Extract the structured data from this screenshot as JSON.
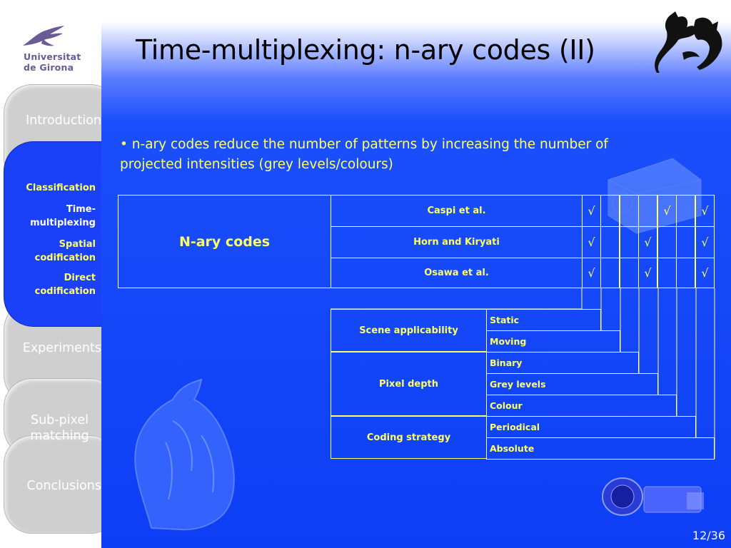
{
  "sidebar": {
    "university": [
      "Universitat",
      "de Girona"
    ],
    "nav": {
      "introduction": "Introduction",
      "experiments": "Experiments",
      "subpixel": [
        "Sub-pixel",
        "matching"
      ],
      "conclusions": "Conclusions"
    },
    "active_section": {
      "items": [
        {
          "label": "Classification",
          "color": "#ffff66"
        },
        {
          "label": "Time-multiplexing",
          "lines": [
            "Time-",
            "multiplexing"
          ],
          "color": "#ffffff"
        },
        {
          "label": "Spatial codification",
          "lines": [
            "Spatial",
            "codification"
          ],
          "color": "#ffff66"
        },
        {
          "label": "Direct codification",
          "lines": [
            "Direct",
            "codification"
          ],
          "color": "#ffff66"
        }
      ]
    }
  },
  "slide": {
    "title": "Time-multiplexing: n-ary codes (II)",
    "bullet_text": "n-ary codes reduce the number of patterns by increasing the number of projected intensities (grey levels/colours)",
    "page": "12/36"
  },
  "top_table": {
    "group_label": "N-ary codes",
    "rows": [
      {
        "author": "Caspi et al.",
        "checks": [
          true,
          false,
          false,
          false,
          true,
          false,
          true
        ]
      },
      {
        "author": "Horn and Kiryati",
        "checks": [
          true,
          false,
          false,
          true,
          false,
          false,
          true
        ]
      },
      {
        "author": "Osawa et al.",
        "checks": [
          true,
          false,
          false,
          true,
          false,
          false,
          true
        ]
      }
    ],
    "check_symbol": "√"
  },
  "legend_table": {
    "groups": [
      {
        "label": "Scene applicability",
        "items": [
          "Static",
          "Moving"
        ]
      },
      {
        "label": "Pixel depth",
        "items": [
          "Binary",
          "Grey levels",
          "Colour"
        ]
      },
      {
        "label": "Coding strategy",
        "items": [
          "Periodical",
          "Absolute"
        ]
      }
    ]
  },
  "colors": {
    "accent_text": "#ffff66",
    "slide_blue": "#0d3ef5",
    "active_tab_blue": "#1a40f8",
    "inactive_tab_grey": "#cfcfcf",
    "university_purple": "#6a5a98"
  }
}
